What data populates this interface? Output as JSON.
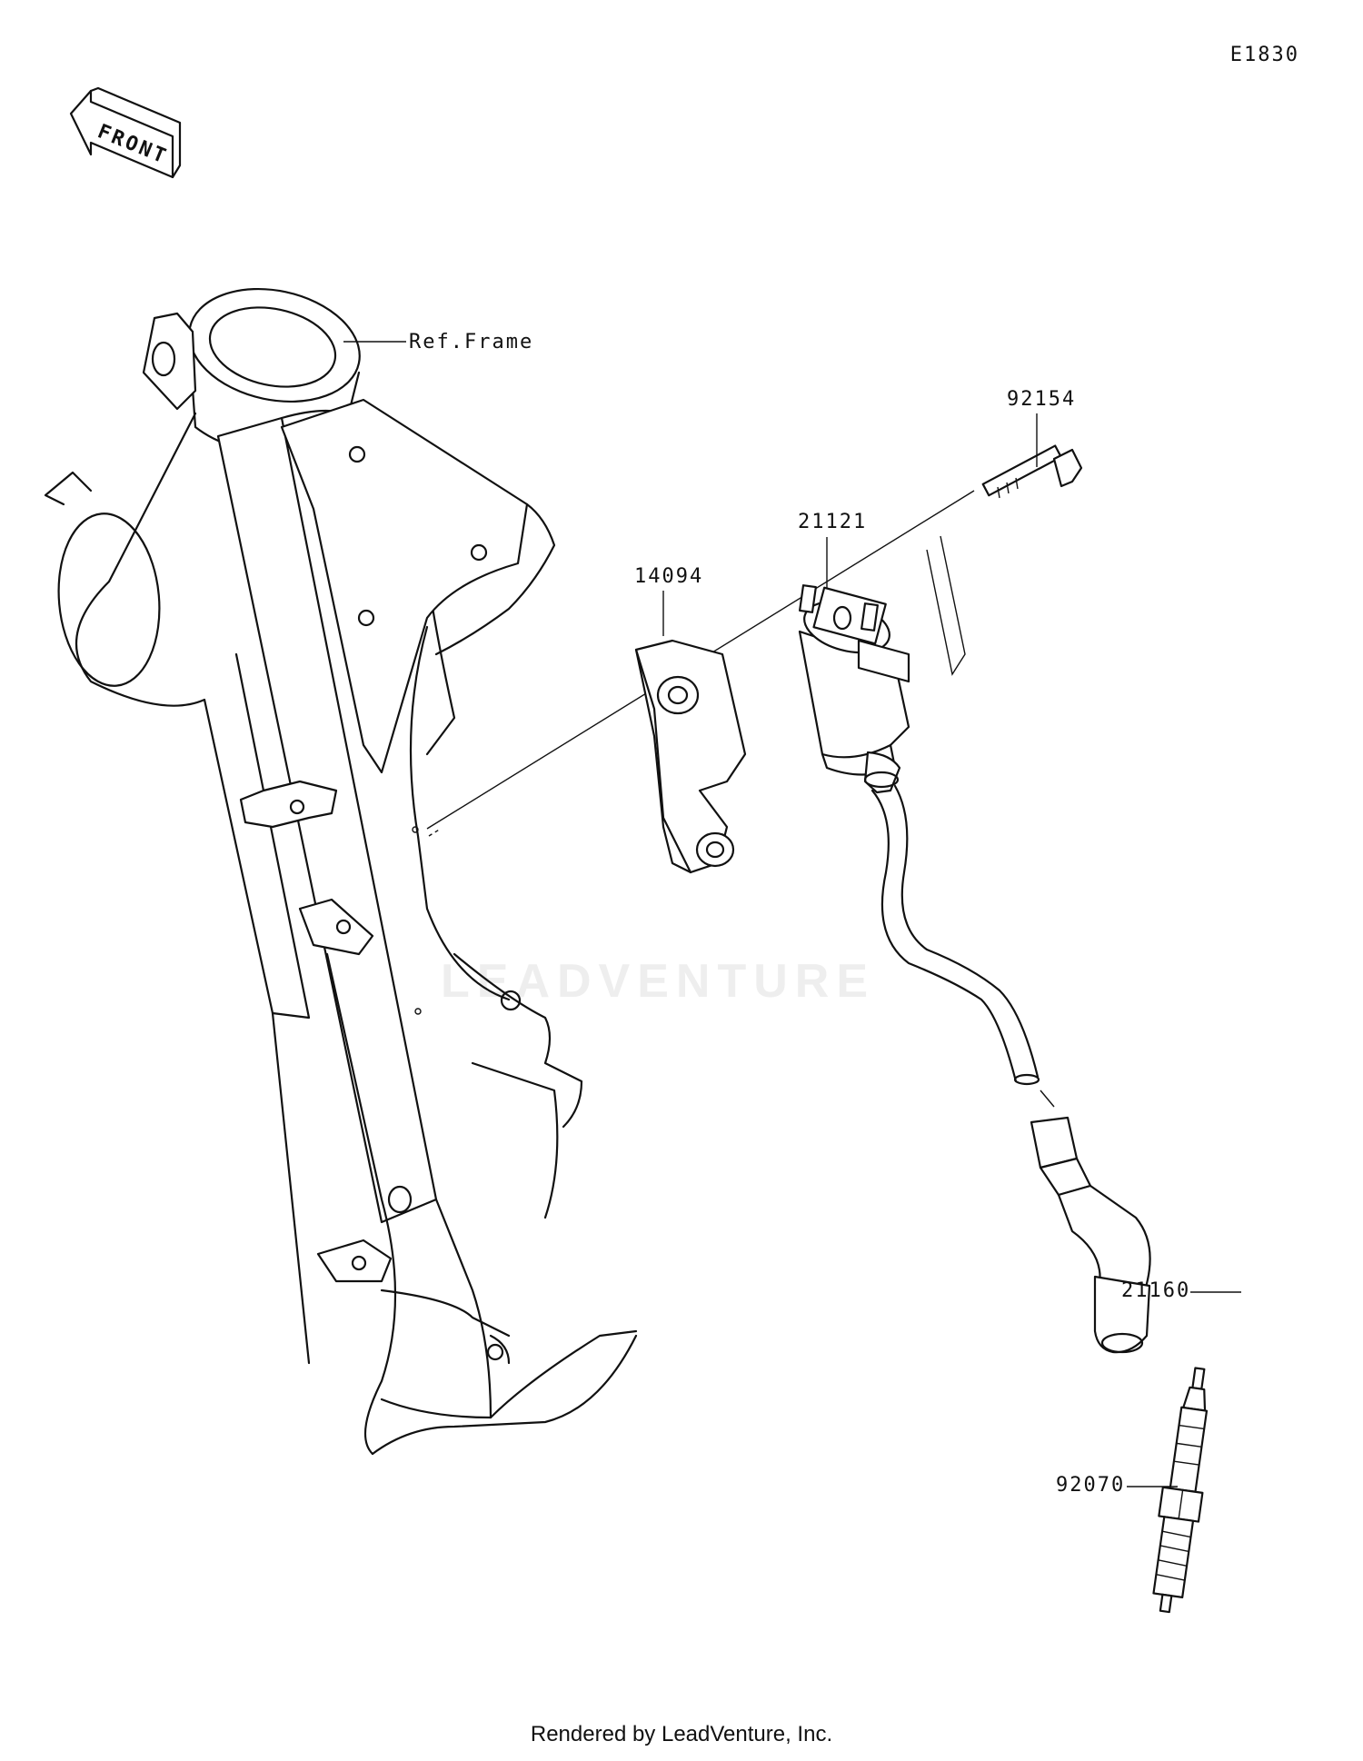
{
  "diagram_code": "E1830",
  "front_label": "FRONT",
  "callouts": {
    "ref_frame": "Ref.Frame",
    "bolt": "92154",
    "coil": "21121",
    "bracket": "14094",
    "cap": "21160",
    "plug": "92070"
  },
  "watermark": "LEADVENTURE",
  "footer": "Rendered by LeadVenture, Inc."
}
